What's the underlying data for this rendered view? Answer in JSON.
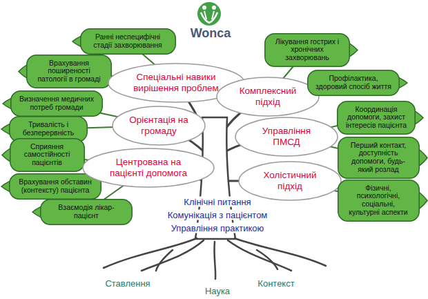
{
  "diagram": {
    "nodes": [
      {
        "text": [
          "Ранні неспецифічні стадії захворювання"
        ]
      },
      {
        "text": [
          "Врахування поширеності патології в громаді"
        ]
      },
      {
        "text": [
          "Визначення медичних потреб громади"
        ]
      },
      {
        "text": [
          "Тривалість і безперервність"
        ]
      },
      {
        "text": [
          "Сприяння самостійності пацієнтів"
        ]
      },
      {
        "text": [
          "Врахування обставин (контексту) пацієнта"
        ]
      },
      {
        "text": [
          "Взаємодія лікар-пацієнт"
        ]
      },
      {
        "text": [
          "Спеціальні навики вирішення проблем"
        ]
      },
      {
        "text": [
          "Орієнтація на громаду"
        ]
      },
      {
        "text": [
          "Центрована на пацієнті допомога"
        ]
      },
      {
        "text": [
          "Комплексний підхід"
        ]
      },
      {
        "text": [
          "Управління ПМСД"
        ]
      },
      {
        "text": [
          "Холістичний підхід"
        ]
      },
      {
        "text": [
          "Лікування гострих і хронічних захворювань"
        ]
      },
      {
        "text": [
          "Профілактика, здоровий спосіб життя"
        ]
      },
      {
        "text": [
          "Координація допомоги, захист інтересів пацієнта"
        ]
      },
      {
        "text": [
          "Перший контакт, доступність допомоги, будь-який розлад"
        ]
      },
      {
        "text": [
          "Фізичні, психологічні, соціальні, культурні аспекти"
        ]
      }
    ],
    "labels": [
      "Wonca",
      "Клінічні питання",
      "Комунікація з пацієнтом",
      "Управління практикою",
      "Ставлення",
      "Наука",
      "Контекст"
    ]
  }
}
